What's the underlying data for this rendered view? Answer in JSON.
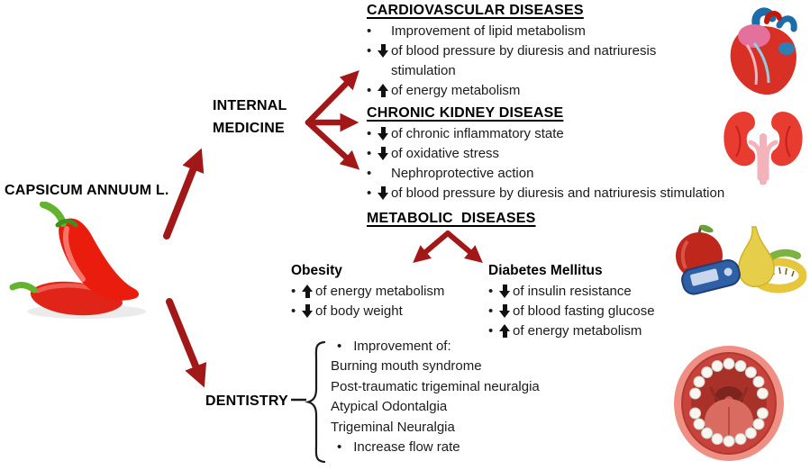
{
  "palette": {
    "arrow_red": "#A21818",
    "line_black": "#1b1b1b"
  },
  "root_label": "CAPSICUM ANNUUM L.",
  "branches": {
    "internal_medicine": {
      "line1": "INTERNAL",
      "line2": "MEDICINE"
    },
    "dentistry": {
      "label": "DENTISTRY"
    }
  },
  "sections": {
    "cardiovascular": {
      "title": "CARDIOVASCULAR DISEASES",
      "items": [
        {
          "bullet": "•",
          "arrow": "",
          "text": "Improvement of lipid metabolism"
        },
        {
          "bullet": "•",
          "arrow": "down",
          "text": "of blood pressure by diuresis and natriuresis stimulation"
        },
        {
          "bullet": "•",
          "arrow": "up",
          "text": "of energy metabolism"
        }
      ]
    },
    "chronic_kidney": {
      "title": "CHRONIC KIDNEY DISEASE",
      "items": [
        {
          "bullet": "•",
          "arrow": "down",
          "text": "of chronic inflammatory state"
        },
        {
          "bullet": "•",
          "arrow": "down",
          "text": "of oxidative stress"
        },
        {
          "bullet": "•",
          "arrow": "",
          "text": "Nephroprotective action"
        },
        {
          "bullet": "•",
          "arrow": "down",
          "text": "of blood pressure by diuresis and natriuresis stimulation"
        }
      ]
    },
    "metabolic": {
      "title": "METABOLIC  DISEASES",
      "obesity": {
        "title": "Obesity",
        "items": [
          {
            "bullet": "•",
            "arrow": "up",
            "text": "of energy metabolism"
          },
          {
            "bullet": "•",
            "arrow": "down",
            "text": "of body weight"
          }
        ]
      },
      "diabetes": {
        "title": "Diabetes Mellitus",
        "items": [
          {
            "bullet": "•",
            "arrow": "down",
            "text": "of insulin resistance"
          },
          {
            "bullet": "•",
            "arrow": "down",
            "text": "of blood fasting glucose"
          },
          {
            "bullet": "•",
            "arrow": "up",
            "text": "of energy metabolism"
          }
        ]
      }
    },
    "dentistry": {
      "items": [
        {
          "bullet": "•",
          "indent": "yes",
          "text": "Improvement of:"
        },
        {
          "bullet": "",
          "indent": "",
          "text": "Burning mouth syndrome"
        },
        {
          "bullet": "",
          "indent": "",
          "text": "Post-traumatic trigeminal neuralgia"
        },
        {
          "bullet": "",
          "indent": "",
          "text": "Atypical Odontalgia"
        },
        {
          "bullet": "",
          "indent": "",
          "text": "Trigeminal Neuralgia"
        },
        {
          "bullet": "•",
          "indent": "yes",
          "text": "Increase flow rate"
        }
      ]
    }
  },
  "illustrations": {
    "peppers": "red-chili-peppers",
    "heart": "anatomical-heart",
    "kidneys": "human-kidneys",
    "metabolic": "fruit-glucometer-measuring-tape",
    "mouth": "open-mouth"
  }
}
